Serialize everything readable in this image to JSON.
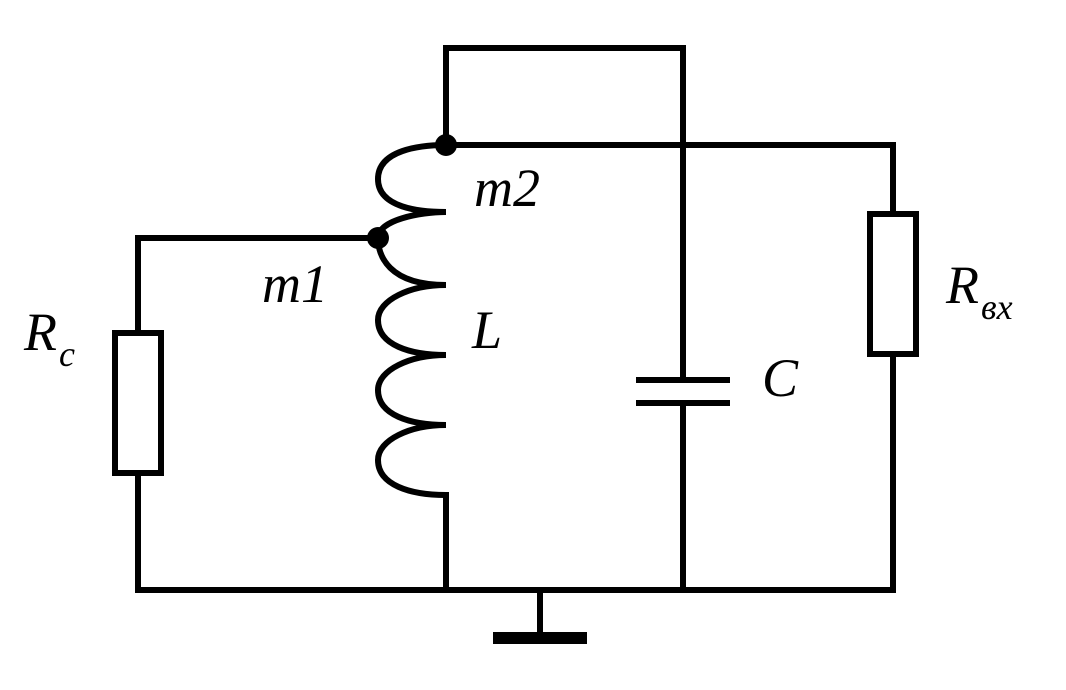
{
  "labels": {
    "source_resistor": {
      "main": "R",
      "sub": "c"
    },
    "input_resistor": {
      "main": "R",
      "sub": "вх"
    },
    "inductor": "L",
    "capacitor": "C",
    "tap_1": "m1",
    "tap_2": "m2"
  },
  "colors": {
    "line": "#000000",
    "background": "#ffffff"
  }
}
